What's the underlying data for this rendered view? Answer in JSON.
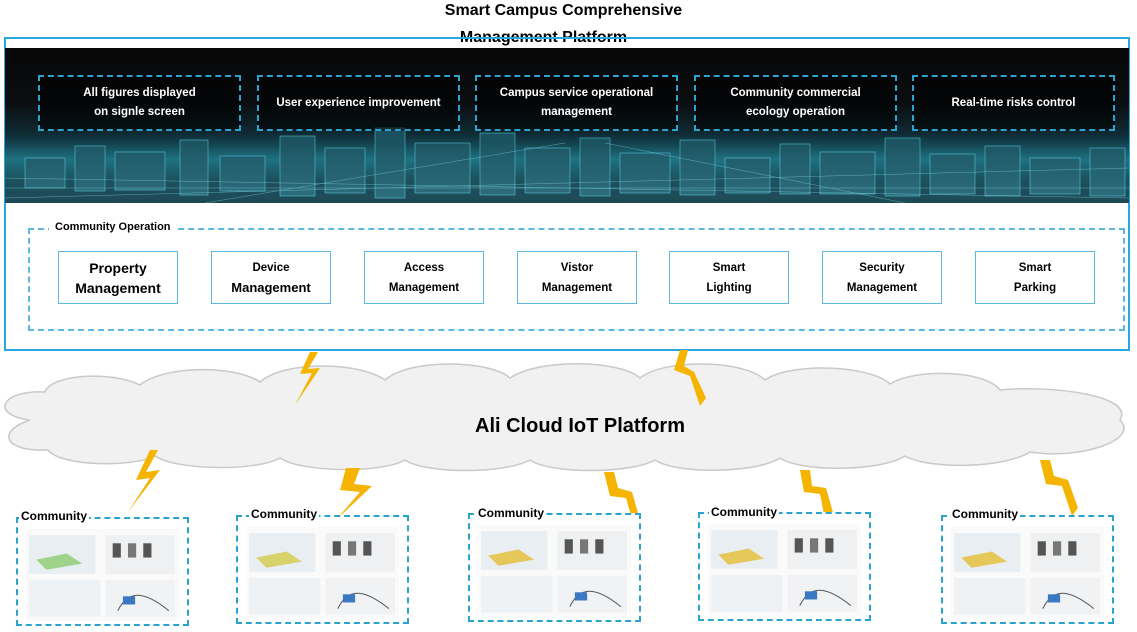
{
  "title": {
    "line1": "Smart Campus Comprehensive",
    "line2": "Management Platform"
  },
  "features": [
    {
      "line1": "All figures displayed",
      "line2": "on signle screen"
    },
    {
      "line1": "User experience improvement",
      "line2": ""
    },
    {
      "line1": "Campus service operational",
      "line2": "management"
    },
    {
      "line1": "Community commercial",
      "line2": "ecology operation"
    },
    {
      "line1": "Real-time risks control",
      "line2": ""
    }
  ],
  "community_operation": {
    "label": "Community Operation",
    "modules": [
      {
        "line1": "Property",
        "line2": "Management"
      },
      {
        "line1": "Device",
        "line2": "Management"
      },
      {
        "line1": "Access",
        "line2": "Management"
      },
      {
        "line1": "Vistor",
        "line2": "Management"
      },
      {
        "line1": "Smart",
        "line2": "Lighting"
      },
      {
        "line1": "Security",
        "line2": "Management"
      },
      {
        "line1": "Smart",
        "line2": "Parking"
      }
    ]
  },
  "cloud": {
    "label": "Ali Cloud IoT Platform"
  },
  "communities": [
    {
      "label": "Community"
    },
    {
      "label": "Community"
    },
    {
      "label": "Community"
    },
    {
      "label": "Community"
    },
    {
      "label": "Community"
    }
  ],
  "colors": {
    "accent_blue": "#29a8e0",
    "lightning": "#f5b400",
    "cloud_fill": "#f1f1f1"
  },
  "icons": [
    "city-skyline-image",
    "lightning-bolt-icon",
    "cloud-shape",
    "dashboard-thumbnail"
  ]
}
